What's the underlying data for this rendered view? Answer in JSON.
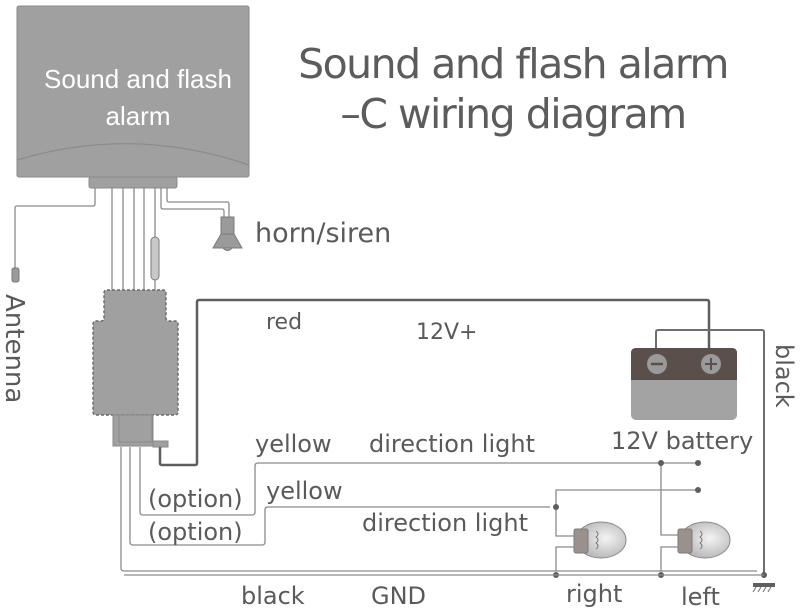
{
  "title": {
    "line1": "Sound and flash alarm",
    "line2": "–C wiring diagram"
  },
  "alarm_unit": {
    "label_line1": "Sound and flash",
    "label_line2": "alarm"
  },
  "components": {
    "horn": "horn/siren",
    "antenna": "Antenna",
    "battery": "12V battery",
    "battery_negative": "−",
    "battery_positive": "+",
    "bulb_right": "right",
    "bulb_left": "left"
  },
  "wires": {
    "red": "red",
    "power": "12V+",
    "yellow_1": "yellow",
    "yellow_2": "yellow",
    "direction_light_1": "direction light",
    "direction_light_2": "direction light",
    "option_1": "(option)",
    "option_2": "(option)",
    "ground_color": "black",
    "ground": "GND",
    "battery_ground": "black"
  },
  "colors": {
    "unit_fill": "#a0a0a0",
    "battery_top": "#5a4f4a",
    "battery_body": "#a3a3a3",
    "wire": "#6e6e6e",
    "text": "#5a5a5a"
  }
}
